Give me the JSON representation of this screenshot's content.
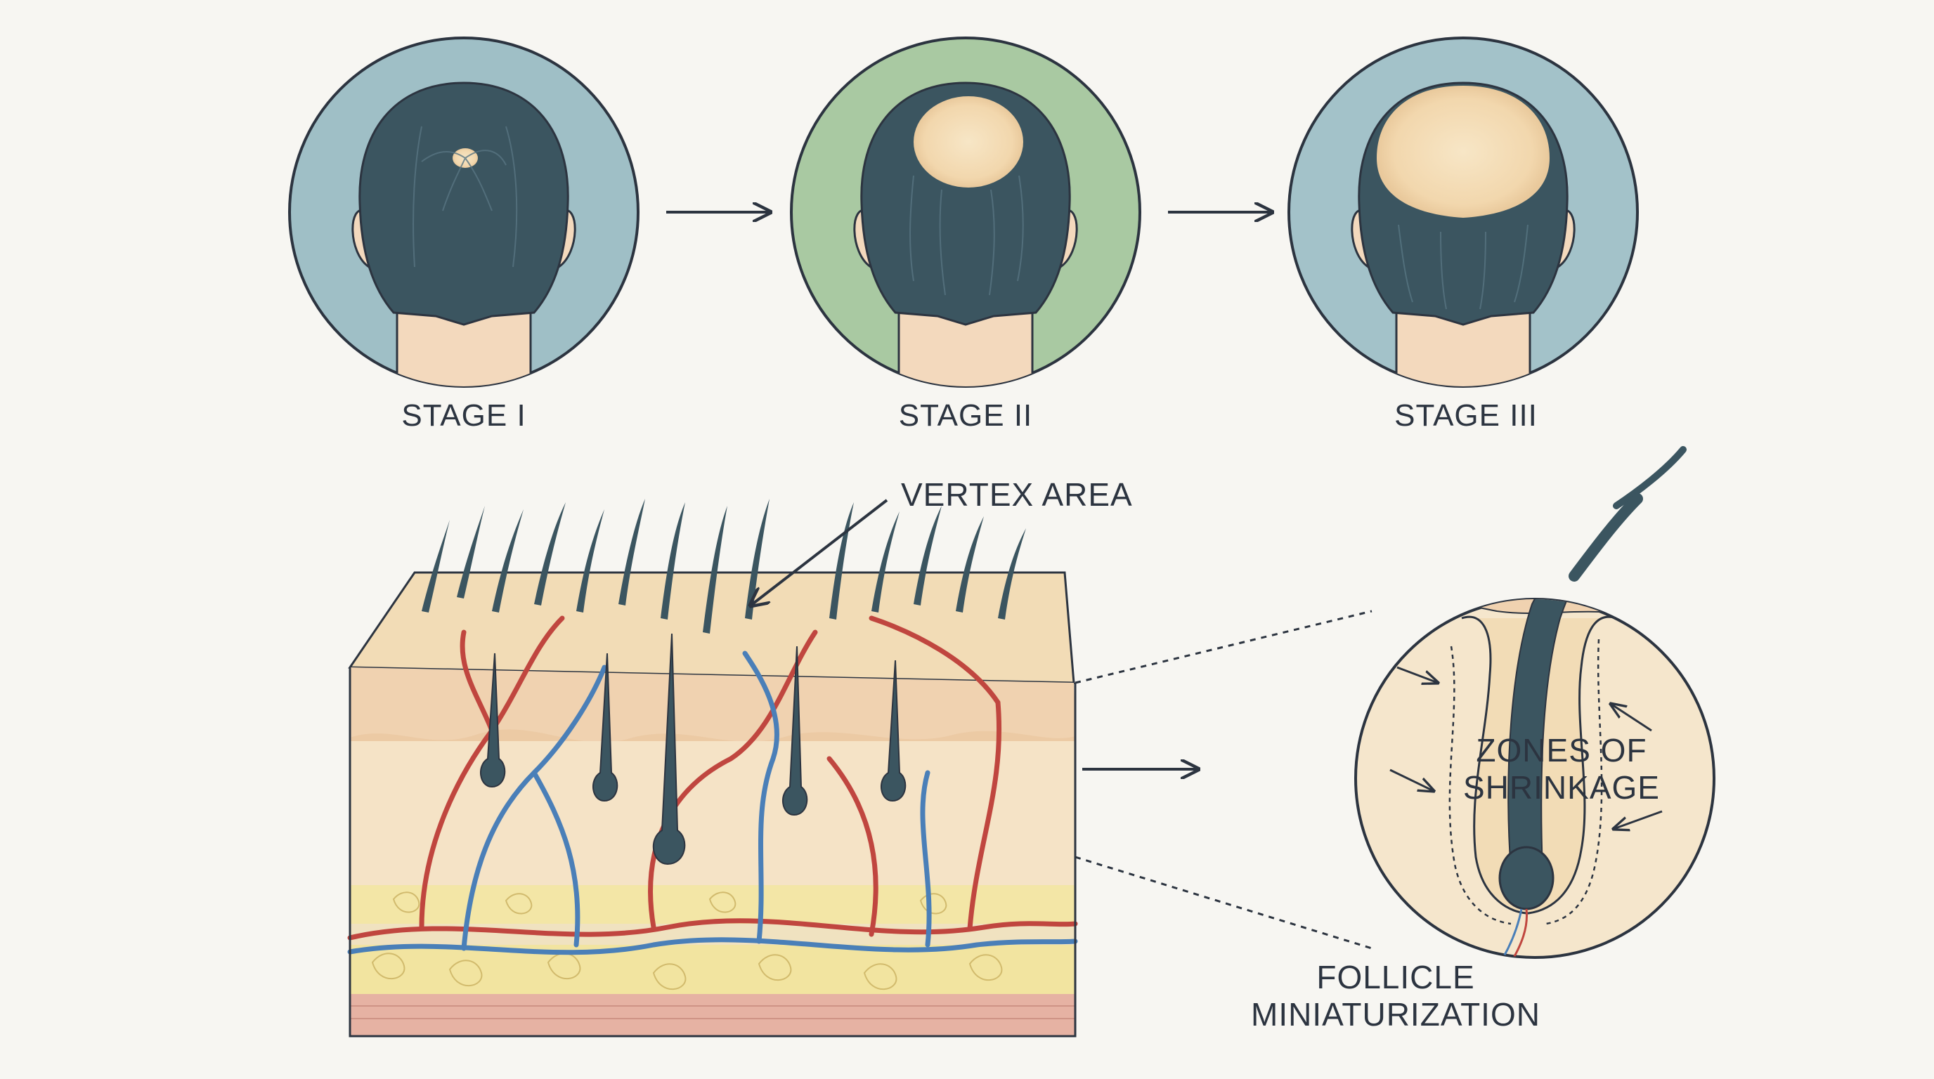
{
  "stages": [
    {
      "id": "stage-1",
      "label": "STAGE I",
      "bg_color": "#9fbfc6",
      "bald_level": 0.12
    },
    {
      "id": "stage-2",
      "label": "STAGE II",
      "bg_color": "#a9c9a2",
      "bald_level": 0.45
    },
    {
      "id": "stage-3",
      "label": "STAGE III",
      "bg_color": "#a3c2c9",
      "bald_level": 1.0
    }
  ],
  "annotations": {
    "vertex_area": "VERTEX AREA",
    "zones_line1": "ZONES OF",
    "zones_line2": "SHRINKAGE",
    "follicle_line1": "FOLLICLE",
    "follicle_line2": "MINIATURIZATION"
  },
  "colors": {
    "outline": "#2c3440",
    "hair": "#3b5560",
    "skin": "#f3d9bd",
    "bald_scalp": "#f4ddb6",
    "artery": "#c0463f",
    "vein": "#4a7fb8",
    "fat": "#f3e6a6",
    "muscle": "#e6b2a3",
    "lens_bg": "#f5e6cc"
  }
}
